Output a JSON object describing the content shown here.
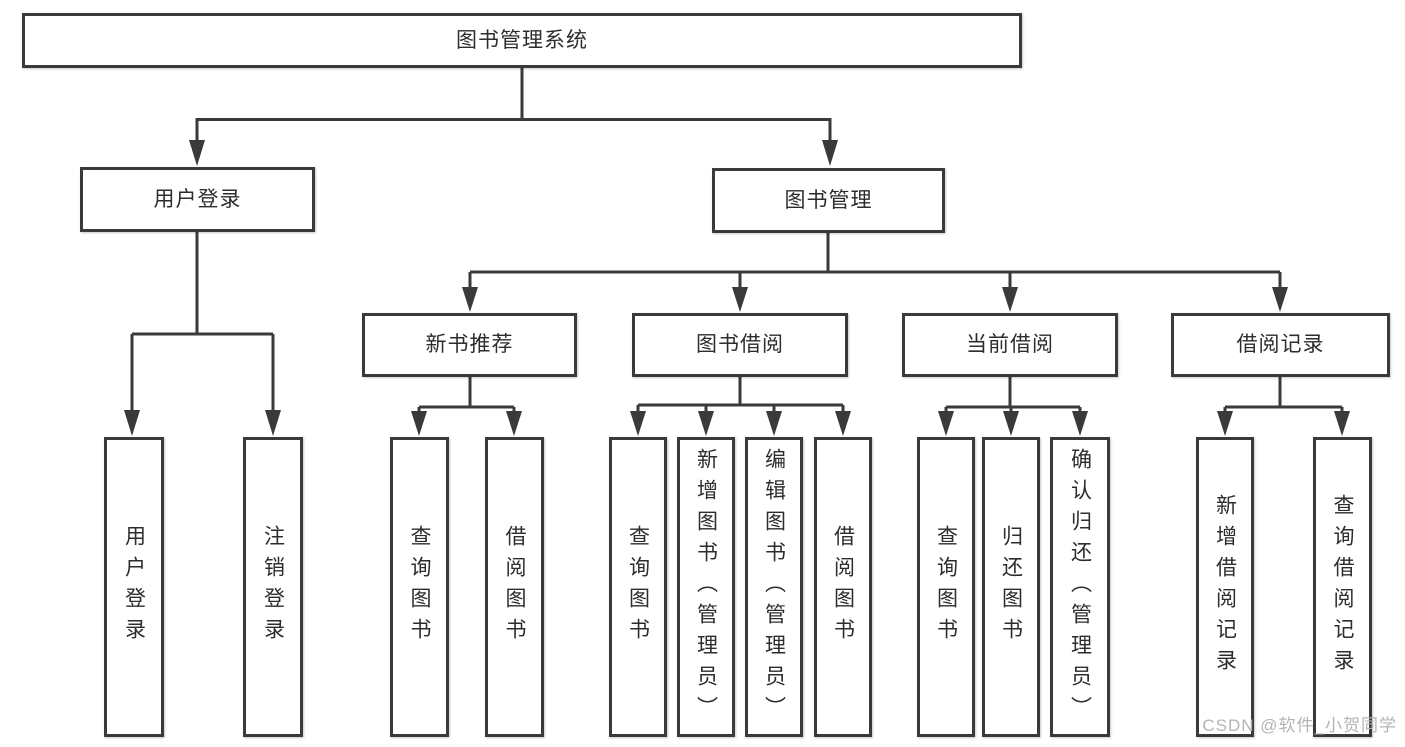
{
  "diagram": {
    "root": {
      "label": "图书管理系统"
    },
    "branches": [
      {
        "label": "用户登录",
        "children": [
          {
            "label": "用户登录"
          },
          {
            "label": "注销登录"
          }
        ]
      },
      {
        "label": "图书管理",
        "children": [
          {
            "label": "新书推荐",
            "children": [
              {
                "label": "查询图书"
              },
              {
                "label": "借阅图书"
              }
            ]
          },
          {
            "label": "图书借阅",
            "children": [
              {
                "label": "查询图书"
              },
              {
                "label": "新增图书（管理员）"
              },
              {
                "label": "编辑图书（管理员）"
              },
              {
                "label": "借阅图书"
              }
            ]
          },
          {
            "label": "当前借阅",
            "children": [
              {
                "label": "查询图书"
              },
              {
                "label": "归还图书"
              },
              {
                "label": "确认归还（管理员）"
              }
            ]
          },
          {
            "label": "借阅记录",
            "children": [
              {
                "label": "新增借阅记录"
              },
              {
                "label": "查询借阅记录"
              }
            ]
          }
        ]
      }
    ]
  },
  "watermark": {
    "text": "CSDN @软件_小贺同学",
    "color": "#b4b4b4"
  },
  "colors": {
    "line": "#3a3a3a",
    "box_background": "#ffffff",
    "text": "#2d2d2d"
  }
}
